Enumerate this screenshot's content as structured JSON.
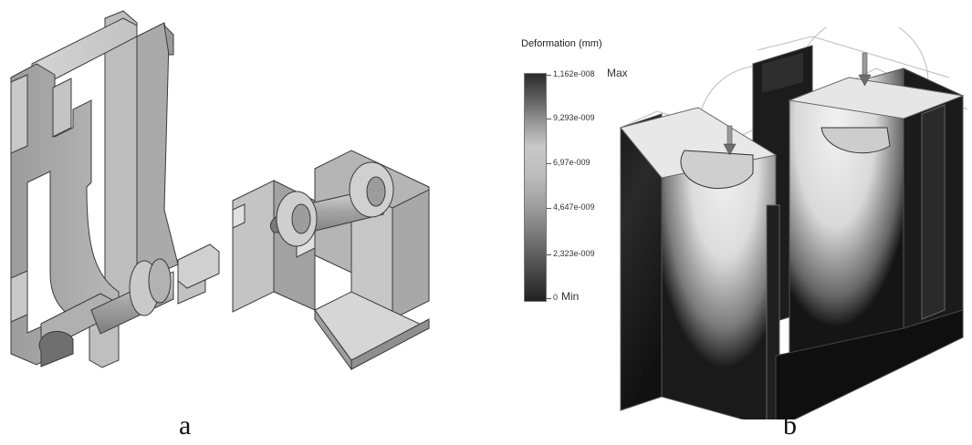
{
  "panels": {
    "a": {
      "label": "a"
    },
    "b": {
      "label": "b"
    }
  },
  "legend": {
    "title": "Deformation (mm)",
    "max_value": "1,162e-008",
    "max_tag": "Max",
    "ticks": [
      "9,293e-009",
      "6,97e-009",
      "4,647e-009",
      "2,323e-009"
    ],
    "min_value": "0",
    "min_tag": "Min"
  },
  "colors": {
    "part_face_light": "#c8c8c8",
    "part_face_mid": "#a9a9a9",
    "part_face_dark": "#8a8a8a",
    "deform_high": "#e6e6e6",
    "deform_low": "#141414"
  }
}
